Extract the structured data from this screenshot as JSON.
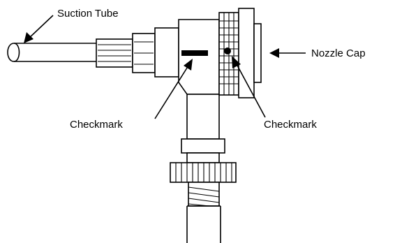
{
  "labels": {
    "suction_tube": "Suction Tube",
    "nozzle_cap": "Nozzle Cap",
    "checkmark_left": "Checkmark",
    "checkmark_right": "Checkmark"
  }
}
